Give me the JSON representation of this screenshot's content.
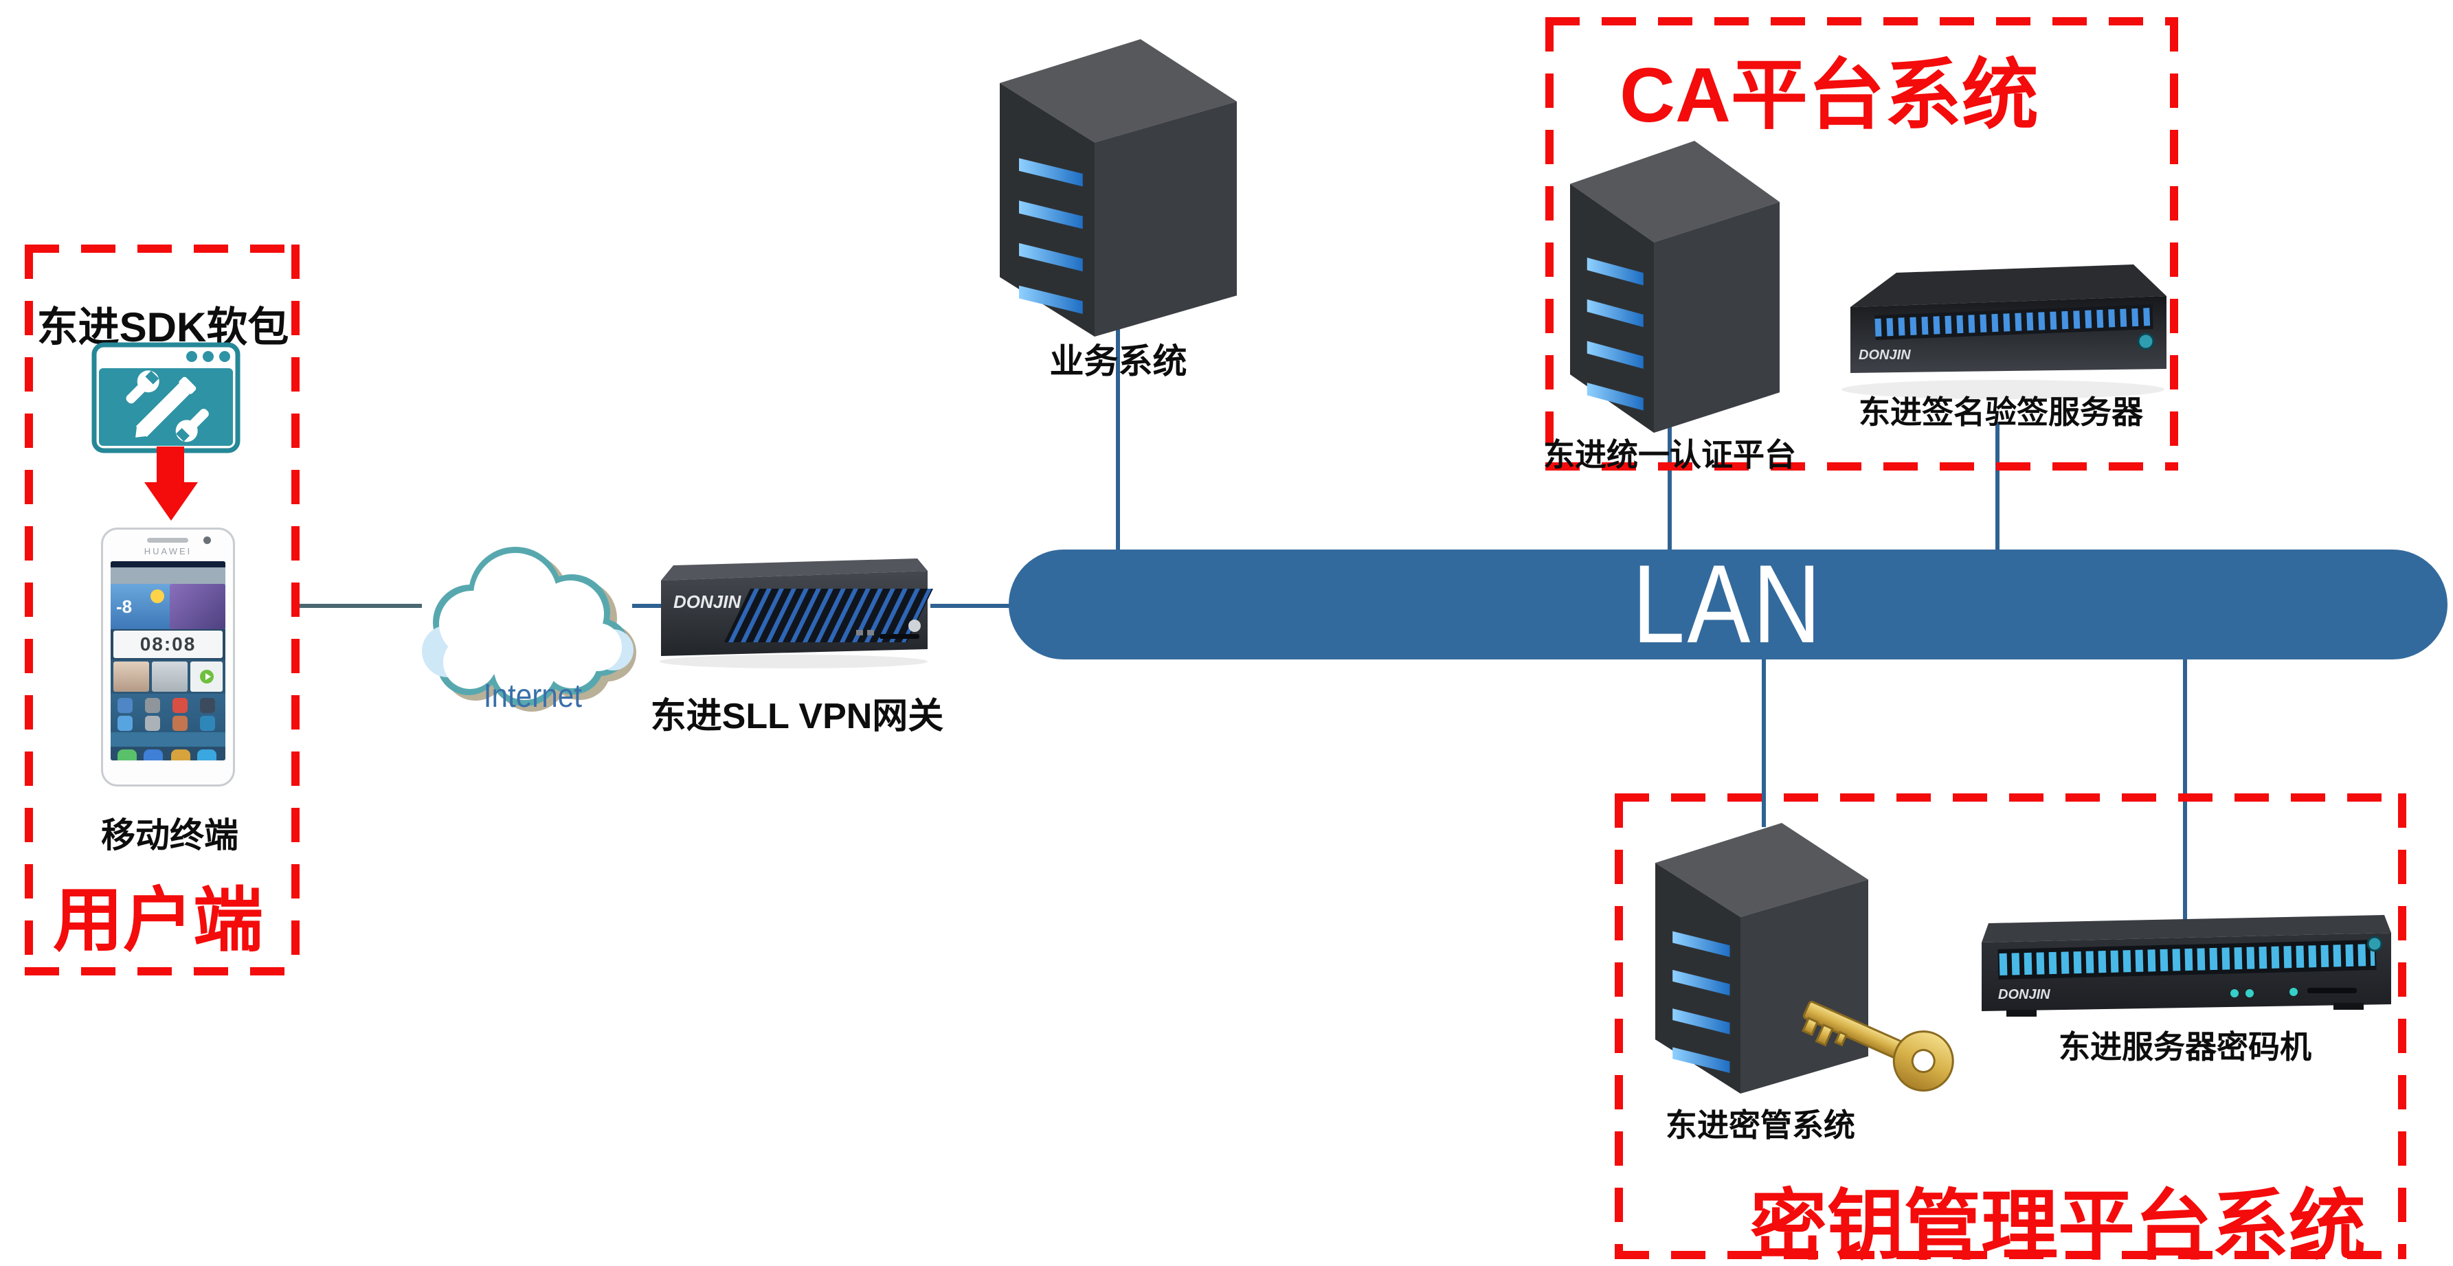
{
  "user_box": {
    "sdk_title": "东进SDK软包",
    "phone_brand": "HUAWEI",
    "phone_clock": "08:08",
    "phone_temp": "-8",
    "terminal_label": "移动终端",
    "box_title": "用户端"
  },
  "internet": {
    "label": "Internet"
  },
  "vpn_gateway": {
    "logo": "DONJIN",
    "label": "东进SLL VPN网关"
  },
  "business_system": {
    "label": "业务系统"
  },
  "lan": {
    "label": "LAN"
  },
  "ca_platform": {
    "title": "CA平台系统",
    "auth_server_label": "东进统一认证平台",
    "sign_server_logo": "DONJIN",
    "sign_server_label": "东进签名验签服务器"
  },
  "key_management": {
    "title": "密钥管理平台系统",
    "km_server_label": "东进密管系统",
    "crypto_machine_logo": "DONJIN",
    "crypto_machine_label": "东进服务器密码机"
  },
  "colors": {
    "accent_red": "#F40B0B",
    "lan_blue": "#336A9D",
    "connector_blue": "#2F6292",
    "sdk_teal": "#2E93A4",
    "cloud_teal": "#57A8AE",
    "key_gold": "#D8B24A"
  }
}
